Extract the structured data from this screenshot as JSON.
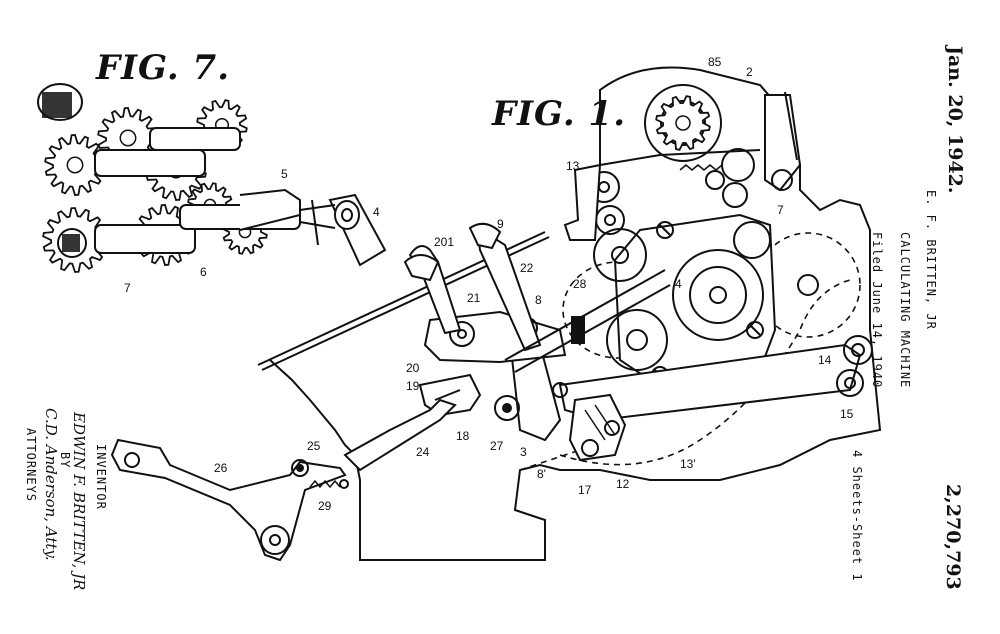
{
  "header": {
    "date": "Jan. 20, 1942.",
    "inventor_line": "E. F. BRITTEN, JR",
    "title": "CALCULATING MACHINE",
    "filed": "Filed June 14, 1940",
    "sheets": "4 Sheets-Sheet 1",
    "patent_number": "2,270,793"
  },
  "figures": {
    "fig7": "FIG. 7.",
    "fig1": "FIG. 1."
  },
  "signature": {
    "role": "INVENTOR",
    "name": "EDWIN F. BRITTEN, JR",
    "by": "BY",
    "attorney_sig": "C.D. Anderson, Atty.",
    "attorneys": "ATTORNEYS"
  },
  "refs": {
    "r85": "85",
    "r2": "2",
    "r13": "13",
    "r7b": "7",
    "r9": "9",
    "r201": "201",
    "r22": "22",
    "r21": "21",
    "r8": "8",
    "r28": "28",
    "r4b": "4",
    "r20": "20",
    "r19": "19",
    "r14": "14",
    "r15": "15",
    "r18": "18",
    "r27": "27",
    "r3": "3",
    "r8p": "8'",
    "r17": "17",
    "r12": "12",
    "r13p": "13'",
    "r24": "24",
    "r25": "25",
    "r26": "26",
    "r29": "29",
    "r5": "5",
    "r4a": "4",
    "r6": "6",
    "r7a": "7"
  }
}
